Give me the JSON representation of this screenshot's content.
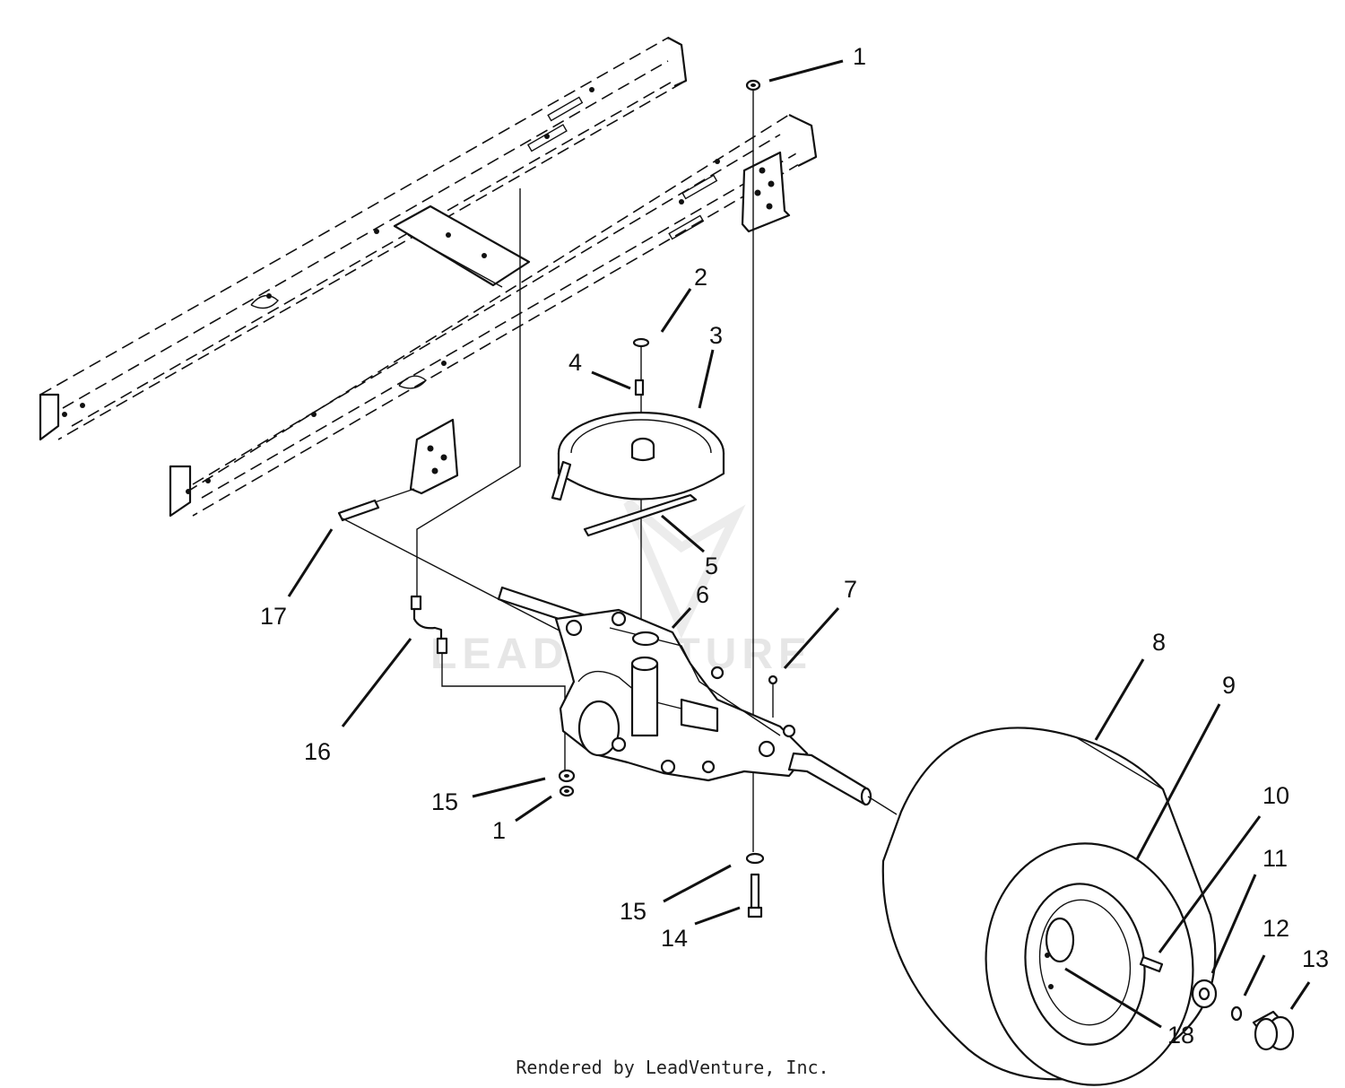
{
  "watermark": "LEADVENTURE",
  "footer": "Rendered by LeadVenture, Inc.",
  "callouts": [
    "1",
    "2",
    "3",
    "4",
    "5",
    "6",
    "7",
    "8",
    "9",
    "10",
    "11",
    "12",
    "13",
    "14",
    "15",
    "16",
    "17",
    "18",
    "1",
    "15"
  ]
}
